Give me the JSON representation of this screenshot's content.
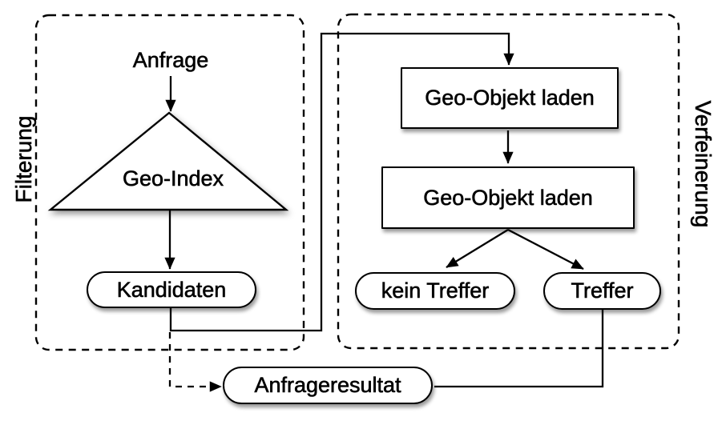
{
  "canvas": {
    "background": "#ffffff",
    "ink": "#000000"
  },
  "sections": {
    "filtering": {
      "label": "Filterung"
    },
    "refinement": {
      "label": "Verfeinerung"
    }
  },
  "nodes": {
    "anfrage": {
      "label": "Anfrage"
    },
    "geo_index": {
      "label": "Geo-Index"
    },
    "kandidaten": {
      "label": "Kandidaten"
    },
    "geo_objekt_laden_1": {
      "label": "Geo-Objekt laden"
    },
    "geo_objekt_laden_2": {
      "label": "Geo-Objekt laden"
    },
    "kein_treffer": {
      "label": "kein Treffer"
    },
    "treffer": {
      "label": "Treffer"
    },
    "anfrageresultat": {
      "label": "Anfrageresultat"
    }
  }
}
